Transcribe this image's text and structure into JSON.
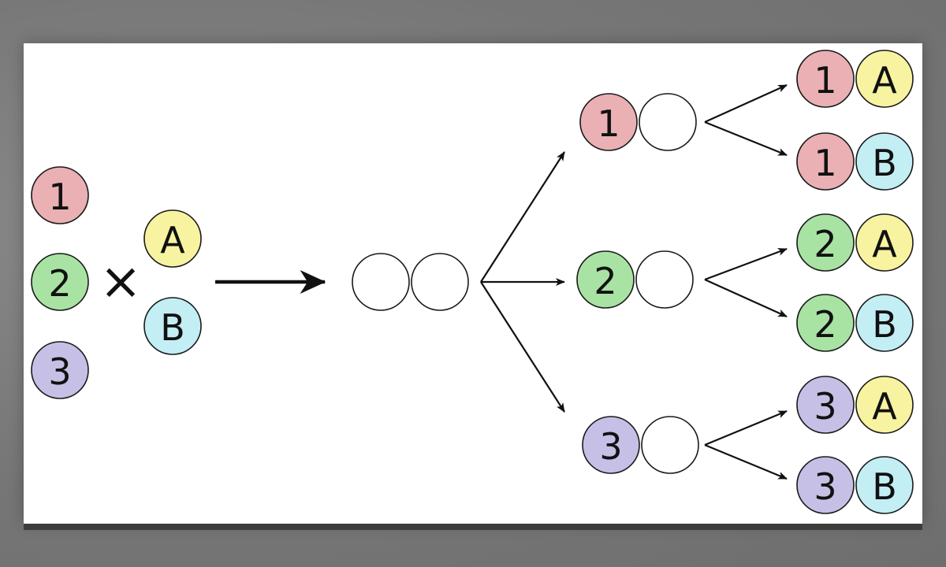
{
  "palette": {
    "red": "#eab0b4",
    "green": "#a8e3a4",
    "purple": "#c6c0e6",
    "yellow": "#f7f3a0",
    "cyan": "#c2eef4",
    "empty": "#ffffff",
    "stroke": "#1a1a1a"
  },
  "left_set": {
    "numbers": [
      {
        "label": "1",
        "color": "red"
      },
      {
        "label": "2",
        "color": "green"
      },
      {
        "label": "3",
        "color": "purple"
      }
    ],
    "operator": "×",
    "letters": [
      {
        "label": "A",
        "color": "yellow"
      },
      {
        "label": "B",
        "color": "cyan"
      }
    ]
  },
  "middle_pair": {
    "first": "",
    "second": ""
  },
  "stage_two": [
    {
      "label": "1",
      "color": "red"
    },
    {
      "label": "2",
      "color": "green"
    },
    {
      "label": "3",
      "color": "purple"
    }
  ],
  "results": [
    {
      "number": "1",
      "number_color": "red",
      "letter": "A",
      "letter_color": "yellow"
    },
    {
      "number": "1",
      "number_color": "red",
      "letter": "B",
      "letter_color": "cyan"
    },
    {
      "number": "2",
      "number_color": "green",
      "letter": "A",
      "letter_color": "yellow"
    },
    {
      "number": "2",
      "number_color": "green",
      "letter": "B",
      "letter_color": "cyan"
    },
    {
      "number": "3",
      "number_color": "purple",
      "letter": "A",
      "letter_color": "yellow"
    },
    {
      "number": "3",
      "number_color": "purple",
      "letter": "B",
      "letter_color": "cyan"
    }
  ]
}
